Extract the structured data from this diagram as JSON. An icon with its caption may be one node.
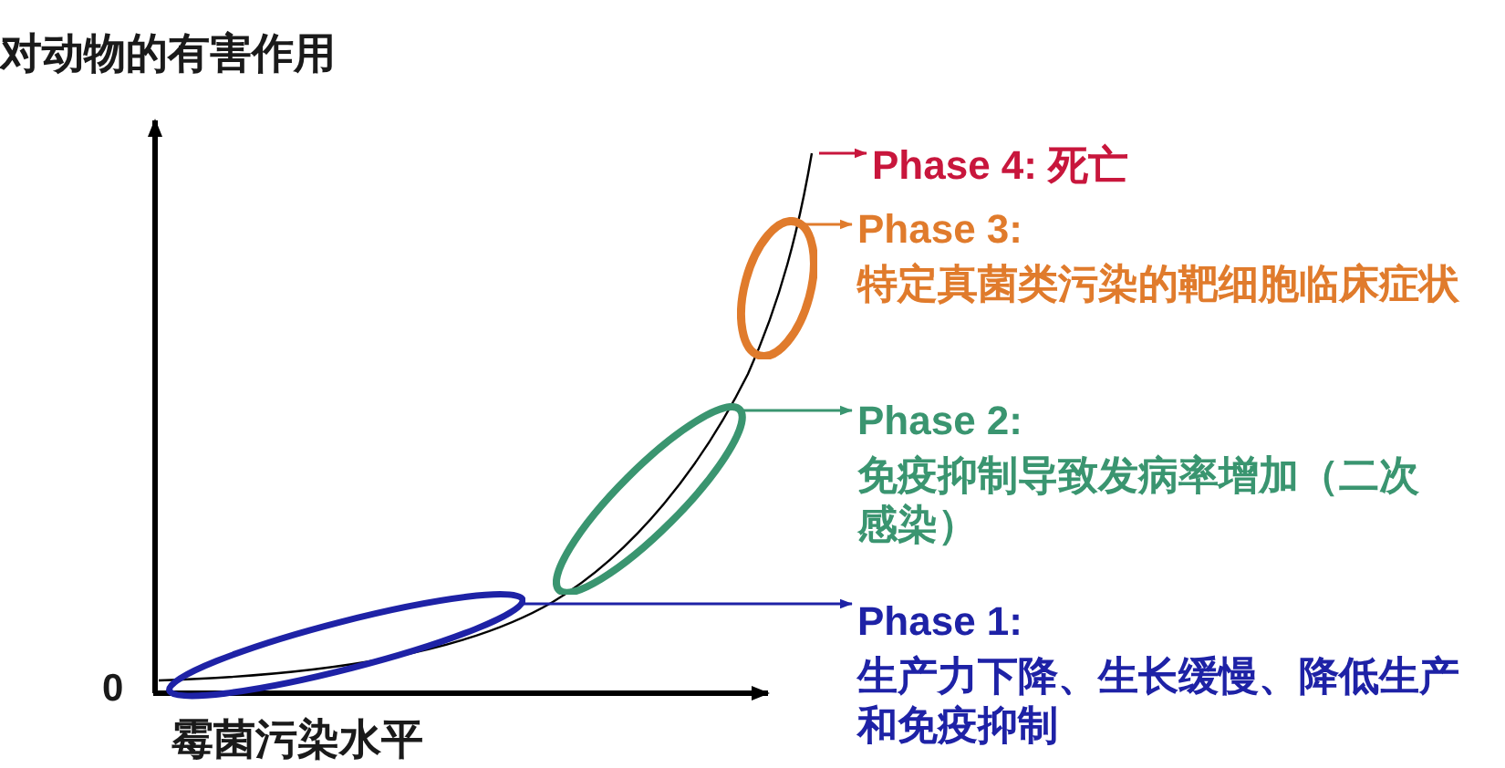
{
  "diagram": {
    "nodes": [
      {
        "text": [
          "Phase 4: 死亡"
        ]
      },
      {
        "text": [],
        "shape": "ellipse"
      },
      {
        "text": [
          "Phase 3:",
          "特定真菌类污染的靶细胞临床症状"
        ]
      },
      {
        "text": [],
        "shape": "ellipse"
      },
      {
        "text": [
          "Phase 2:",
          "免疫抑制导致发病率增加（二次感染）"
        ]
      },
      {
        "text": [],
        "shape": "ellipse"
      },
      {
        "text": [
          "Phase 1:",
          "生产力下降、生长缓慢、降低生产和免疫抑制"
        ]
      }
    ],
    "edges": [
      {
        "from": null,
        "to": 0,
        "arrow": "to",
        "color": "#c8163c"
      },
      {
        "from": 1,
        "to": 2,
        "arrow": "to",
        "color": "#e07b2c"
      },
      {
        "from": 3,
        "to": 4,
        "arrow": "to",
        "color": "#3a9570"
      },
      {
        "from": 5,
        "to": 6,
        "arrow": "to",
        "color": "#1e22a6"
      }
    ],
    "labels": [
      "对动物的有害作用",
      "0",
      "霉菌污染水平"
    ]
  }
}
